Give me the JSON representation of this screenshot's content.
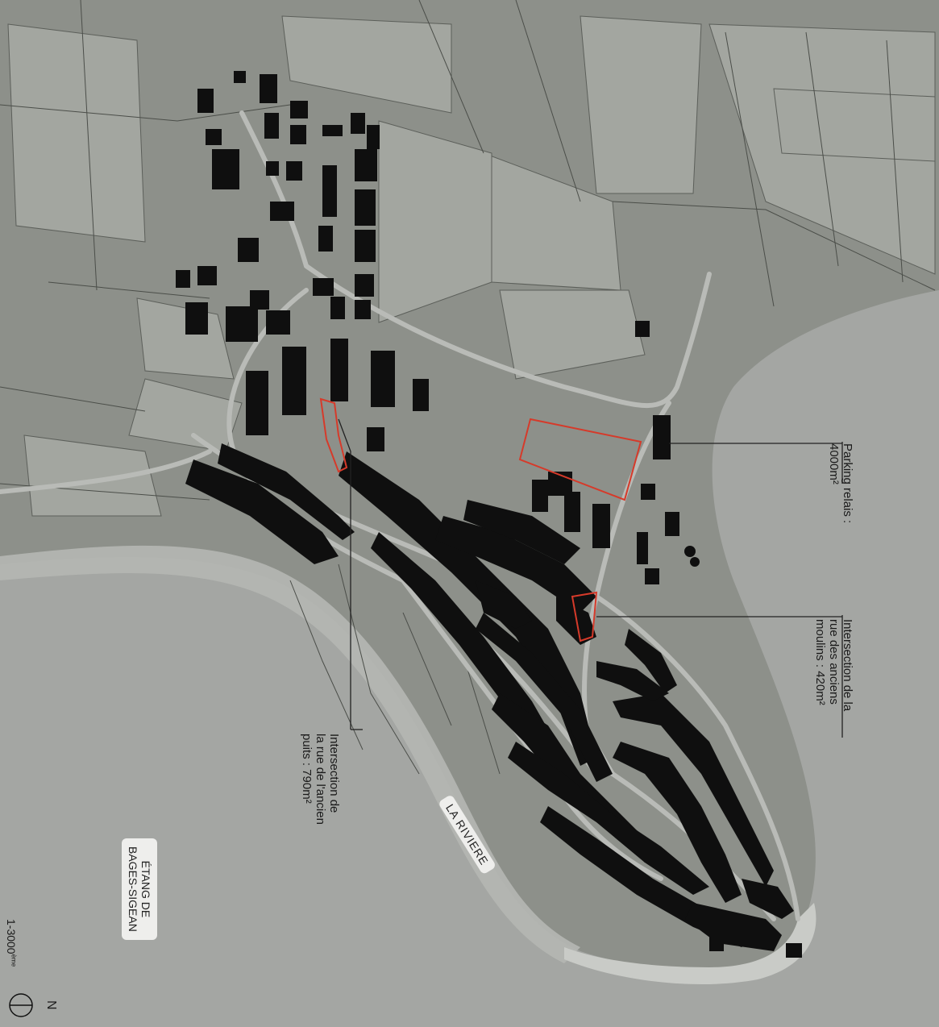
{
  "annotations": {
    "parking": {
      "line1": "Parking relais :",
      "line2": "4000m²"
    },
    "moulins": {
      "line1": "Intersection de la",
      "line2": "rue des anciens",
      "line3": "moulins : 420m²"
    },
    "puits": {
      "line1": "Intersection de",
      "line2": "la rue de l'ancien",
      "line3": "puits : 790m²"
    }
  },
  "place_labels": {
    "riviere": "LA RIVIERE",
    "etang_line1": "ÉTANG DE",
    "etang_line2": "BAGES-SIGEAN"
  },
  "scale": {
    "text": "1-3000",
    "sup": "ème"
  },
  "north": {
    "label": "N"
  },
  "colors": {
    "water": "#a4a6a3",
    "land": "#8f928c",
    "field": "#aeb0ab",
    "building": "#0f0f0f",
    "highlight": "#d63a2a",
    "leader": "#222222"
  }
}
